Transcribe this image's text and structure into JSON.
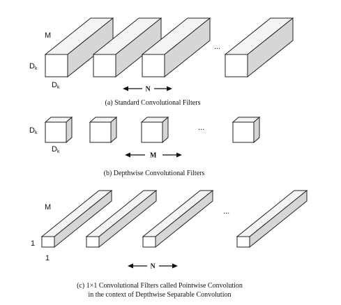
{
  "panel_a": {
    "label_m": "M",
    "label_dk_left_base": "D",
    "label_dk_left_sub": "k",
    "label_dk_bottom_base": "D",
    "label_dk_bottom_sub": "k",
    "ellipsis": "...",
    "arrow_label": "N",
    "caption": "(a) Standard Convolutional Filters"
  },
  "panel_b": {
    "label_dk_left_base": "D",
    "label_dk_left_sub": "k",
    "label_dk_bottom_base": "D",
    "label_dk_bottom_sub": "k",
    "ellipsis": "...",
    "arrow_label": "M",
    "caption": "(b) Depthwise Convolutional Filters"
  },
  "panel_c": {
    "label_m": "M",
    "label_one_left": "1",
    "label_one_bottom": "1",
    "ellipsis": "...",
    "arrow_label": "N",
    "caption_line1": "(c) 1×1 Convolutional Filters called Pointwise Convolution",
    "caption_line2": "in the context of Depthwise Separable Convolution"
  }
}
